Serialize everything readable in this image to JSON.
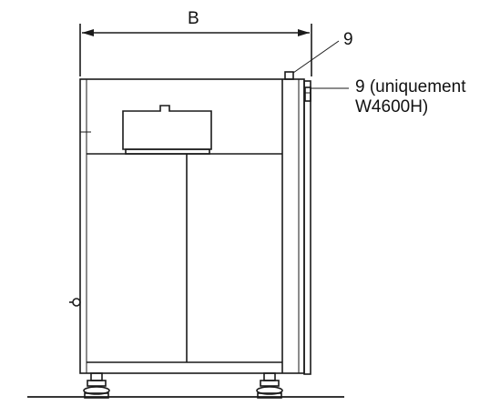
{
  "diagram": {
    "dimension_label": "B",
    "callout_top": "9",
    "callout_side_line1": "9 (uniquement",
    "callout_side_line2": "W4600H)"
  },
  "colors": {
    "stroke": "#1a1a1a",
    "background": "#ffffff"
  }
}
